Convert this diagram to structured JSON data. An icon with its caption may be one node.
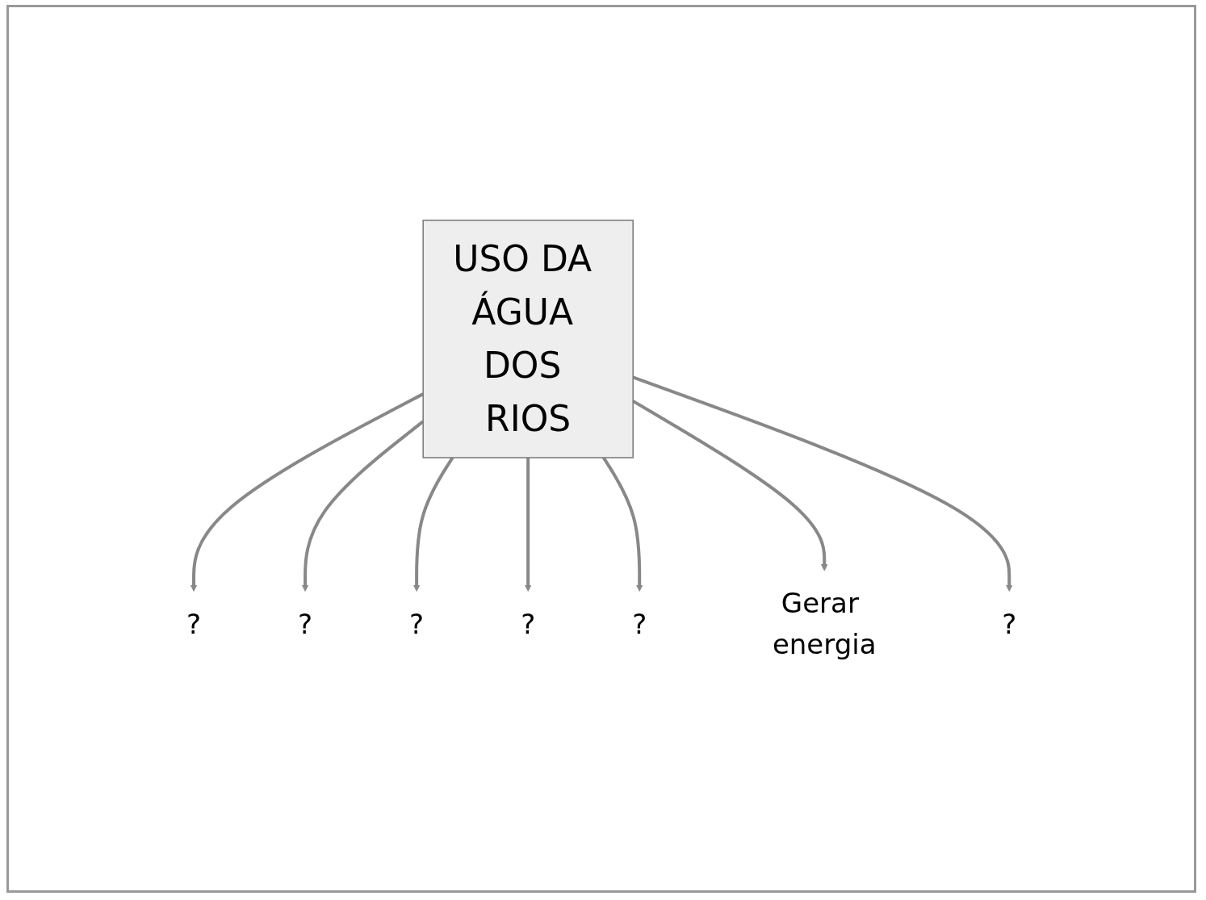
{
  "diagram": {
    "nodes": [
      {
        "text": [
          "USO DA ÁGUA DOS RIOS"
        ]
      },
      {
        "text": [
          "?"
        ]
      },
      {
        "text": [
          "?"
        ]
      },
      {
        "text": [
          "?"
        ]
      },
      {
        "text": [
          "?"
        ]
      },
      {
        "text": [
          "?"
        ]
      },
      {
        "text": [
          "Gerar energia"
        ]
      },
      {
        "text": [
          "?"
        ]
      }
    ],
    "edges": [
      {
        "from": 0,
        "to": 1,
        "arrow": "to"
      },
      {
        "from": 0,
        "to": 2,
        "arrow": "to"
      },
      {
        "from": 0,
        "to": 3,
        "arrow": "to"
      },
      {
        "from": 0,
        "to": 4,
        "arrow": "to"
      },
      {
        "from": 0,
        "to": 5,
        "arrow": "to"
      },
      {
        "from": 0,
        "to": 6,
        "arrow": "to"
      },
      {
        "from": 0,
        "to": 7,
        "arrow": "to"
      }
    ]
  }
}
